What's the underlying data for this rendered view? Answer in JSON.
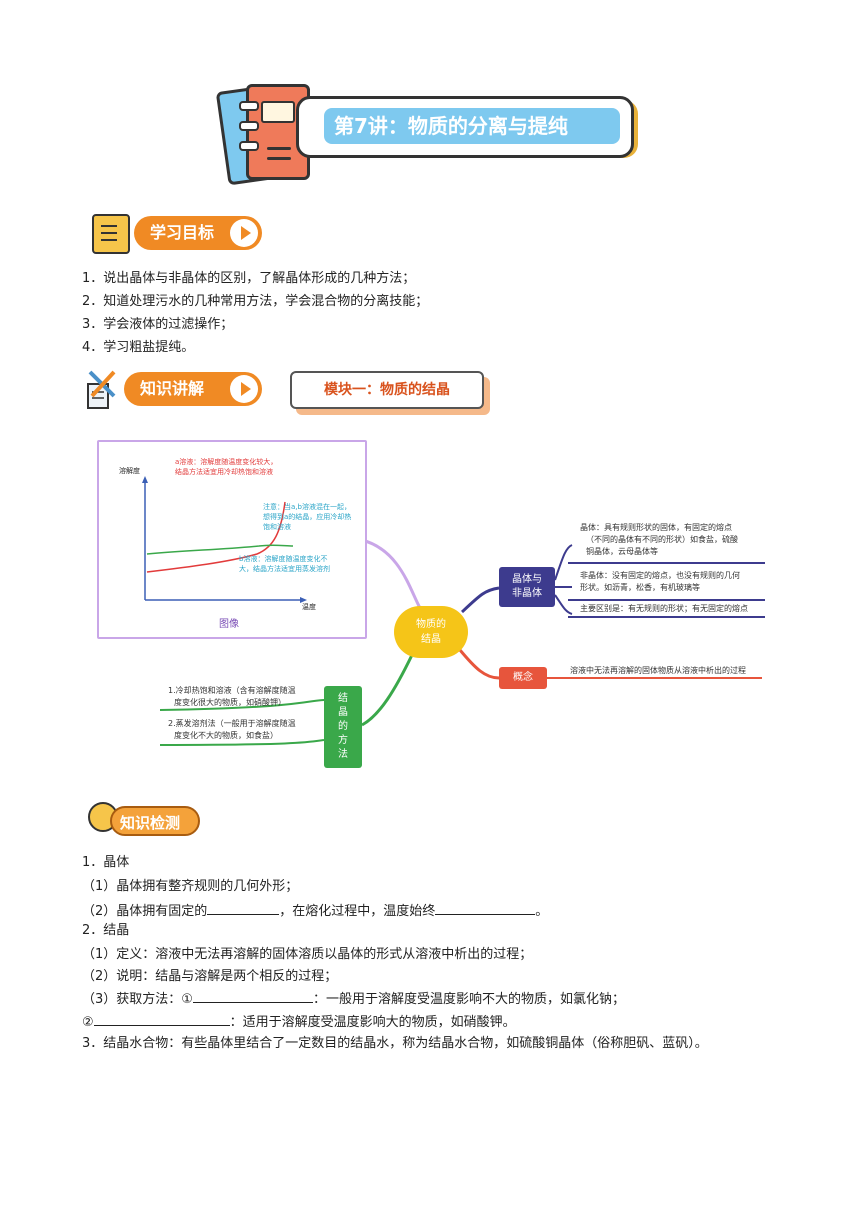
{
  "header": {
    "title": "第7讲：物质的分离与提纯"
  },
  "goals": {
    "pill_label": "学习目标",
    "items": [
      "1．说出晶体与非晶体的区别，了解晶体形成的几种方法；",
      "2．知道处理污水的几种常用方法，学会混合物的分离技能；",
      "3．学会液体的过滤操作；",
      "4．学习粗盐提纯。"
    ]
  },
  "knowledge": {
    "pill_label": "知识讲解",
    "module_label": "模块一：物质的结晶"
  },
  "mindmap": {
    "graph": {
      "ylabel": "溶解度",
      "xlabel": "温度",
      "caption": "图像",
      "note_a": [
        "a溶液：溶解度随温度变化较大，",
        "结晶方法适宜用冷却热饱和溶液"
      ],
      "note_c": [
        "注意：当a,b溶液混在一起，",
        "想得到a的结晶，应用冷却热",
        "饱和溶液"
      ],
      "note_b": [
        "b溶液：溶解度随温度变化不",
        "大，结晶方法适宜用蒸发溶剂"
      ]
    },
    "center": [
      "物质的",
      "结晶"
    ],
    "crystal_node": [
      "晶体与",
      "非晶体"
    ],
    "crystal_leaves": {
      "leaf1": [
        "晶体：具有规则形状的固体，有固定的熔点",
        "（不同的晶体有不同的形状）如食盐，硫酸",
        "铜晶体，云母晶体等"
      ],
      "leaf2": [
        "非晶体：没有固定的熔点，也没有规则的几何",
        "形状。如沥青，松香，有机玻璃等"
      ],
      "leaf3": [
        "主要区别是：有无规则的形状；有无固定的熔点"
      ]
    },
    "concept_node": "概念",
    "concept_leaf": "溶液中无法再溶解的固体物质从溶液中析出的过程",
    "method_node": [
      "结",
      "晶",
      "的",
      "方",
      "法"
    ],
    "method_leaves": {
      "leaf1": [
        "1.冷却热饱和溶液（含有溶解度随温",
        "度变化很大的物质，如硝酸钾）"
      ],
      "leaf2": [
        "2.蒸发溶剂法（一般用于溶解度随温",
        "度变化不大的物质，如食盐）"
      ]
    }
  },
  "check": {
    "pill_label": "知识检测",
    "lines": {
      "l1": "1．晶体",
      "l2": "（1）晶体拥有整齐规则的几何外形；",
      "l3a": "（2）晶体拥有固定的",
      "l3b": "，在熔化过程中，温度始终",
      "l3c": "。",
      "l4": "2．结晶",
      "l5": "（1）定义：溶液中无法再溶解的固体溶质以晶体的形式从溶液中析出的过程；",
      "l6": "（2）说明：结晶与溶解是两个相反的过程；",
      "l7a": "（3）获取方法：①",
      "l7b": "：一般用于溶解度受温度影响不大的物质，如氯化钠；",
      "l8a": "②",
      "l8b": "：适用于溶解度受温度影响大的物质，如硝酸钾。",
      "l9": "3．结晶水合物：有些晶体里结合了一定数目的结晶水，称为结晶水合物，如硫酸铜晶体（俗称胆矾、蓝矾）。"
    }
  }
}
